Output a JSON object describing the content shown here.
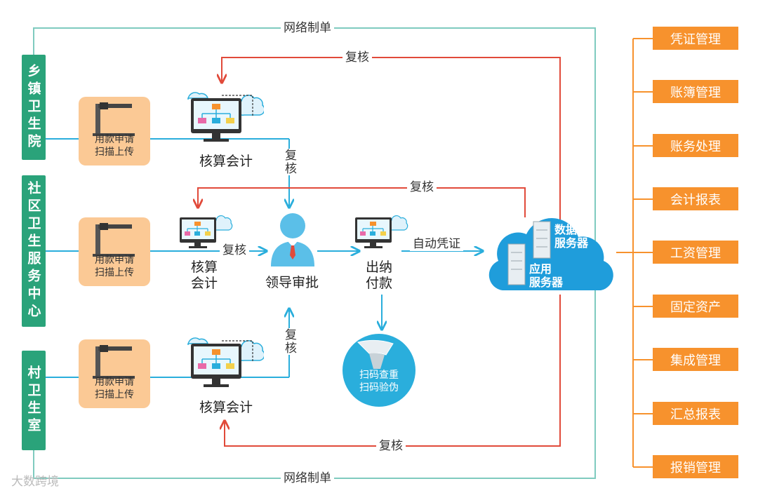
{
  "network_label": "网络制单",
  "recheck_label": "复核",
  "recheck_vertical": "复核",
  "auto_voucher": "自动凭证",
  "organizations": [
    "乡镇卫生院",
    "社区卫生服务中心",
    "村卫生室"
  ],
  "scanner_text": [
    "用款申请",
    "扫描上传"
  ],
  "accountant_caption": "核算会计",
  "accountant_caption_mid": [
    "核算",
    "会计"
  ],
  "leader_approval": "领导审批",
  "cashier_caption": [
    "出纳",
    "付款"
  ],
  "scan_check": [
    "扫码查重",
    "扫码验伪"
  ],
  "servers": {
    "db": [
      "数据库",
      "服务器"
    ],
    "app": [
      "应用",
      "服务器"
    ]
  },
  "modules": [
    "凭证管理",
    "账簿管理",
    "账务处理",
    "会计报表",
    "工资管理",
    "固定资产",
    "集成管理",
    "汇总报表",
    "报销管理"
  ],
  "watermark": "大数跨境",
  "colors": {
    "teal": "#2aa37a",
    "blue": "#2aaedc",
    "red": "#e14a3a",
    "orange": "#f7922d",
    "scanner_bg": "#fbc995"
  }
}
